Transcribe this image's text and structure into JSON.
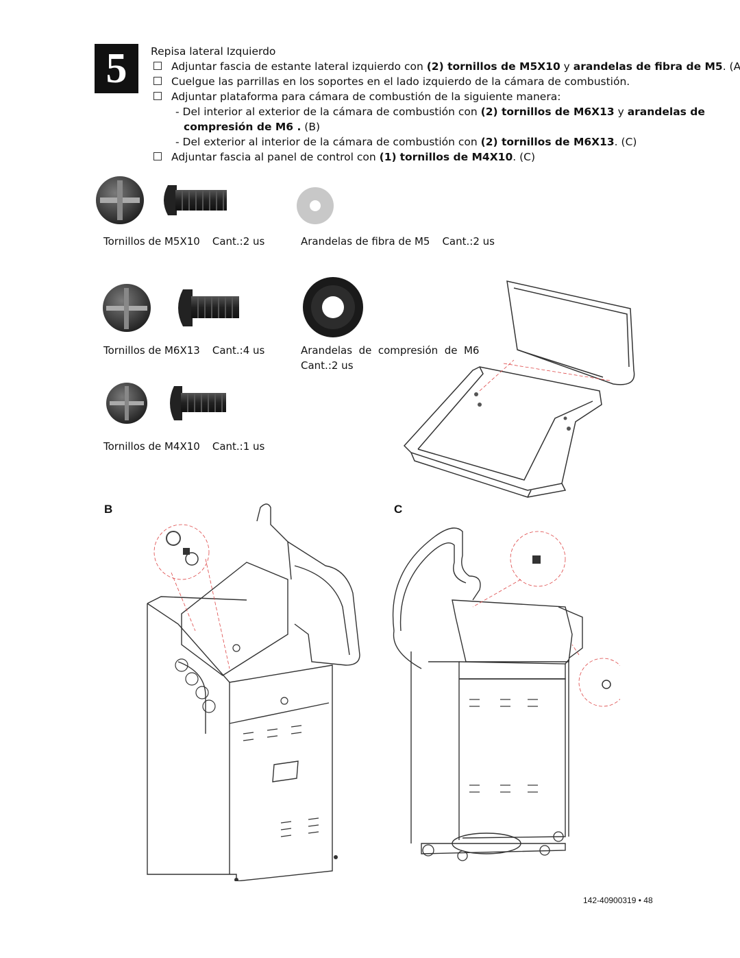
{
  "step": {
    "number": "5"
  },
  "heading": "Repisa lateral Izquierdo",
  "instructions": {
    "l1": {
      "pre": "Adjuntar fascia de estante lateral izquierdo con ",
      "b1": "(2) tornillos de M5X10",
      "mid": " y ",
      "b2": "arandelas de fibra de M5",
      "post": ". (A)"
    },
    "l2": {
      "text": "Cuelgue las parrillas en los soportes en el lado izquierdo de la cámara de combustión."
    },
    "l3": {
      "text": "Adjuntar plataforma para cámara de combustión de la siguiente manera:"
    },
    "l4": {
      "pre": "- Del interior al exterior de la cámara de combustión con ",
      "b1": "(2) tornillos de M6X13",
      "mid": " y ",
      "b2": "arandelas de"
    },
    "l5": {
      "b": "compresión de M6 .",
      "post": " (B)"
    },
    "l6": {
      "pre": "- Del exterior al interior de la cámara de combustión con  ",
      "b": "(2) tornillos de M6X13",
      "post": ". (C)"
    },
    "l7": {
      "pre": "Adjuntar fascia al panel de control con ",
      "b1": "(1)",
      "mid": " ",
      "b2": "tornillos de M4X10",
      "post": ". (C)"
    }
  },
  "parts": {
    "m5_screw": {
      "name": "Tornillos de M5X10",
      "qty": "Cant.:2 us"
    },
    "m5_washer": {
      "name": "Arandelas de fibra de M5",
      "qty": "Cant.:2 us"
    },
    "m6_screw": {
      "name": "Tornillos de M6X13",
      "qty": "Cant.:4 us"
    },
    "m6_washer": {
      "name": "Arandelas  de  compresión  de  M6",
      "qty": "Cant.:2 us"
    },
    "m4_screw": {
      "name": "Tornillos de M4X10",
      "qty": "Cant.:1 us"
    }
  },
  "figure_labels": {
    "b": "B",
    "c": "C"
  },
  "footer": {
    "page": "142-40900319 • 48"
  }
}
